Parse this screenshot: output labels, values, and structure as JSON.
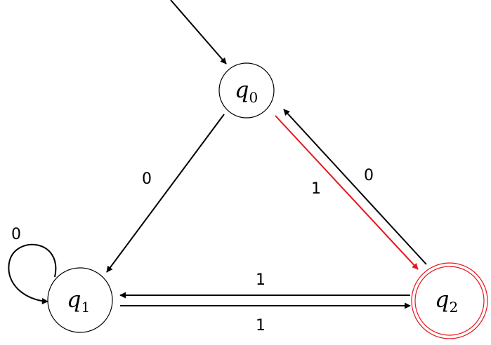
{
  "diagram": {
    "type": "finite-automaton",
    "states": [
      {
        "id": "q0",
        "letter": "q",
        "sub": "0",
        "start": true,
        "accepting": false
      },
      {
        "id": "q1",
        "letter": "q",
        "sub": "1",
        "start": false,
        "accepting": false
      },
      {
        "id": "q2",
        "letter": "q",
        "sub": "2",
        "start": false,
        "accepting": true
      }
    ],
    "transitions": [
      {
        "id": "q0-q1",
        "from": "q0",
        "to": "q1",
        "label": "0",
        "highlighted": false
      },
      {
        "id": "q0-q2",
        "from": "q0",
        "to": "q2",
        "label": "1",
        "highlighted": true
      },
      {
        "id": "q2-q0",
        "from": "q2",
        "to": "q0",
        "label": "0",
        "highlighted": false
      },
      {
        "id": "q2-q1",
        "from": "q2",
        "to": "q1",
        "label": "1",
        "highlighted": false
      },
      {
        "id": "q1-q2",
        "from": "q1",
        "to": "q2",
        "label": "1",
        "highlighted": false
      },
      {
        "id": "q1-q1",
        "from": "q1",
        "to": "q1",
        "label": "0",
        "highlighted": false
      }
    ],
    "colors": {
      "stroke": "#000000",
      "highlight": "#e8141c",
      "accepting": "#e8141c",
      "background": "#ffffff"
    }
  }
}
